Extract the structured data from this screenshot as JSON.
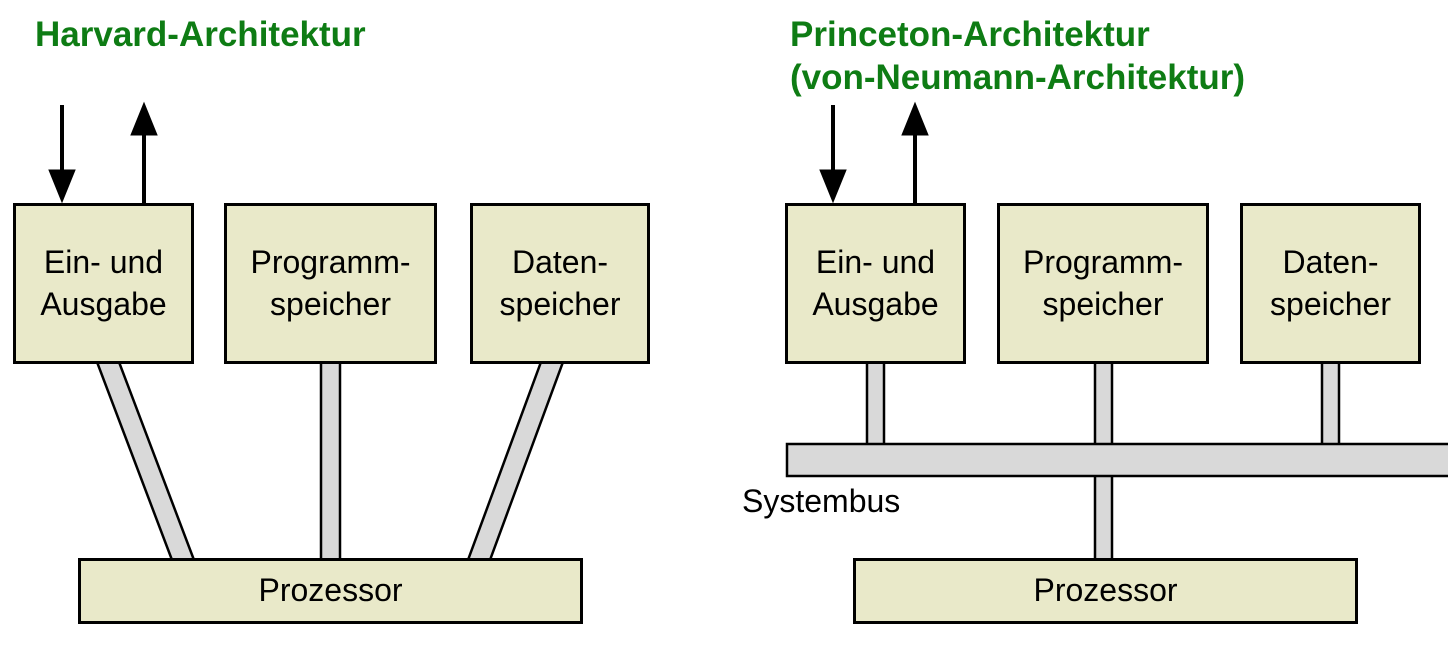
{
  "colors": {
    "title_green": "#0e7c14",
    "box_fill": "#e9e9c9",
    "connector_gray": "#d9d9d9",
    "outline_black": "#000000"
  },
  "harvard": {
    "title": "Harvard-Architektur",
    "io_box": {
      "line1": "Ein- und",
      "line2": "Ausgabe"
    },
    "program_box": {
      "line1": "Programm-",
      "line2": "speicher"
    },
    "data_box": {
      "line1": "Daten-",
      "line2": "speicher"
    },
    "processor_label": "Prozessor"
  },
  "princeton": {
    "title_line1": "Princeton-Architektur",
    "title_line2": "(von-Neumann-Architektur)",
    "io_box": {
      "line1": "Ein- und",
      "line2": "Ausgabe"
    },
    "program_box": {
      "line1": "Programm-",
      "line2": "speicher"
    },
    "data_box": {
      "line1": "Daten-",
      "line2": "speicher"
    },
    "processor_label": "Prozessor",
    "bus_label": "Systembus"
  }
}
